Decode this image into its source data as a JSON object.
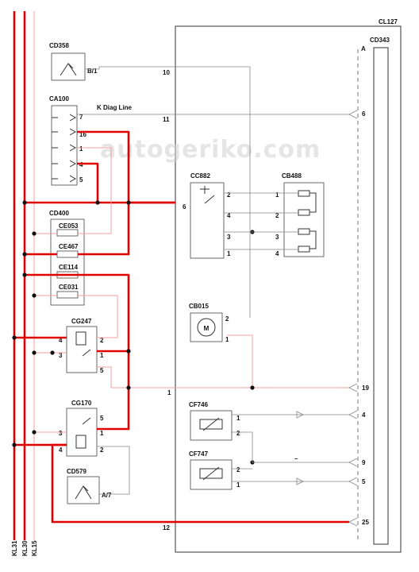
{
  "watermark": "autogeriko.com",
  "rails": {
    "kl31": "KL31",
    "kl30": "KL30",
    "kl15": "KL15"
  },
  "labels": {
    "k_diag": "K Diag Line",
    "motor": "M"
  },
  "components": {
    "ecu": "CL127",
    "cd343": "CD343",
    "cd358": "CD358",
    "ca100": "CA100",
    "cd400": "CD400",
    "ce053": "CE053",
    "ce467": "CE467",
    "ce114": "CE114",
    "ce031": "CE031",
    "cg247": "CG247",
    "cg170": "CG170",
    "cd579": "CD579",
    "cc882": "CC882",
    "cb488": "CB488",
    "cb015": "CB015",
    "cf746": "CF746",
    "cf747": "CF747"
  },
  "pins": {
    "a": "A",
    "b1": "B/1",
    "a7": "A/7",
    "p10": "10",
    "p11": "11",
    "p6": "6",
    "p1": "1",
    "p12": "12",
    "ca7": "7",
    "ca16": "16",
    "ca1": "1",
    "ca4": "4",
    "ca5": "5",
    "r4": "4",
    "r3": "3",
    "r2": "2",
    "r1": "1",
    "r5": "5",
    "g5": "5",
    "g1": "1",
    "g3": "3",
    "g4": "4",
    "g2": "2",
    "cc2": "2",
    "cc4": "4",
    "cc3": "3",
    "cc1": "1",
    "cb1": "1",
    "cb2": "2",
    "cb3": "3",
    "cb4": "4",
    "m2": "2",
    "m1": "1",
    "f1": "1",
    "f2": "2",
    "h2": "2",
    "h1": "1",
    "c6": "6",
    "c19": "19",
    "c4": "4",
    "c9": "9",
    "c5": "5",
    "c25": "25",
    "minus": "–"
  }
}
